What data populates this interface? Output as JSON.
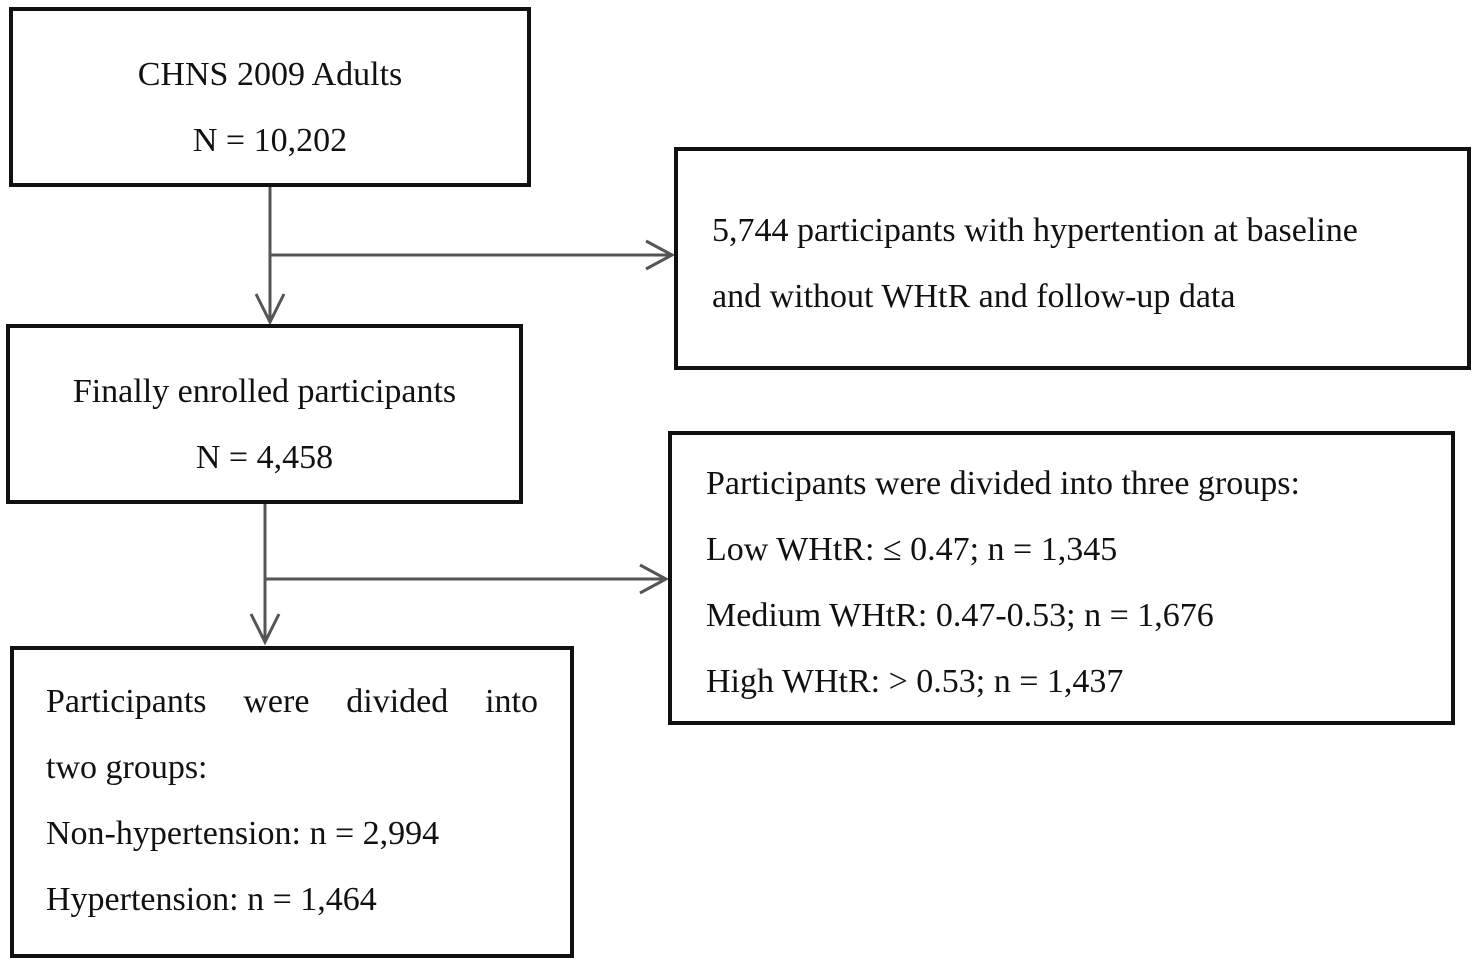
{
  "boxes": {
    "source": {
      "lines": [
        "CHNS 2009 Adults",
        "N = 10,202"
      ]
    },
    "excluded": {
      "lines": [
        "5,744 participants with hypertention at baseline",
        "and without WHtR and follow-up data"
      ]
    },
    "enrolled": {
      "lines": [
        "Finally enrolled participants",
        "N = 4,458"
      ]
    },
    "three_groups": {
      "lines": [
        "Participants were divided into three groups:",
        "Low WHtR: ≤ 0.47; n = 1,345",
        "Medium WHtR: 0.47-0.53; n = 1,676",
        "High WHtR: > 0.53; n = 1,437"
      ]
    },
    "two_groups": {
      "lines": [
        "Participants were divided into",
        "two groups:",
        "Non-hypertension: n = 2,994",
        "Hypertension: n = 1,464"
      ]
    }
  },
  "colors": {
    "border": "#111111",
    "arrow": "#555555",
    "background": "#ffffff"
  }
}
